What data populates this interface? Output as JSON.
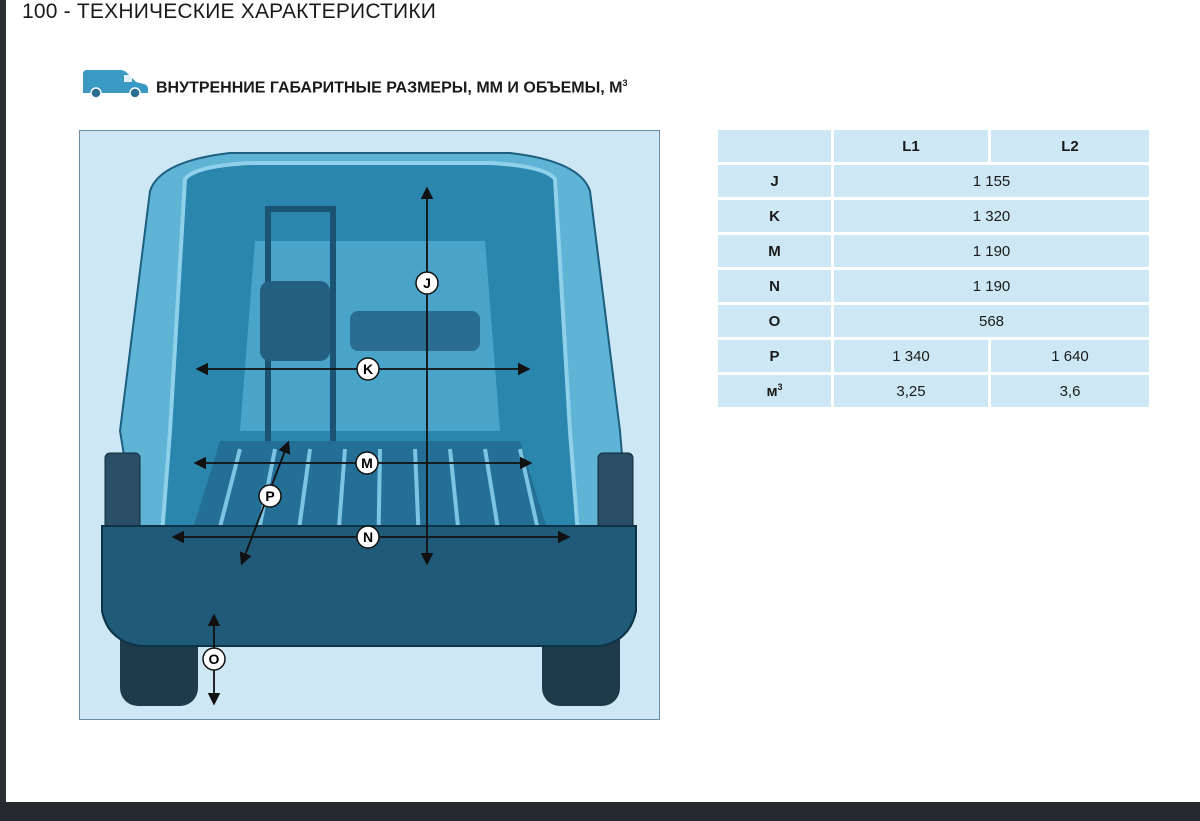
{
  "header": {
    "page_title": "100 - ТЕХНИЧЕСКИЕ ХАРАКТЕРИСТИКИ"
  },
  "section": {
    "title": "ВНУТРЕННИЕ ГАБАРИТНЫЕ РАЗМЕРЫ, ММ И ОБЪЕМЫ, М",
    "title_sup": "3"
  },
  "diagram": {
    "labels": {
      "J": "J",
      "K": "K",
      "M": "M",
      "N": "N",
      "P": "P",
      "O": "O"
    }
  },
  "table": {
    "columns": [
      "L1",
      "L2"
    ],
    "rows": [
      {
        "key": "J",
        "merged": true,
        "value": "1 155"
      },
      {
        "key": "K",
        "merged": true,
        "value": "1 320"
      },
      {
        "key": "M",
        "merged": true,
        "value": "1 190"
      },
      {
        "key": "N",
        "merged": true,
        "value": "1 190"
      },
      {
        "key": "O",
        "merged": true,
        "value": "568"
      },
      {
        "key": "P",
        "merged": false,
        "l1": "1 340",
        "l2": "1 640"
      }
    ],
    "volume_row": {
      "key": "м",
      "key_sup": "3",
      "l1": "3,25",
      "l2": "3,6"
    }
  },
  "colors": {
    "cell_bg": "#cde8f4",
    "diagram_bg": "#cde8f4",
    "van_body": "#2e8fb4",
    "bumper": "#1f5a78"
  }
}
